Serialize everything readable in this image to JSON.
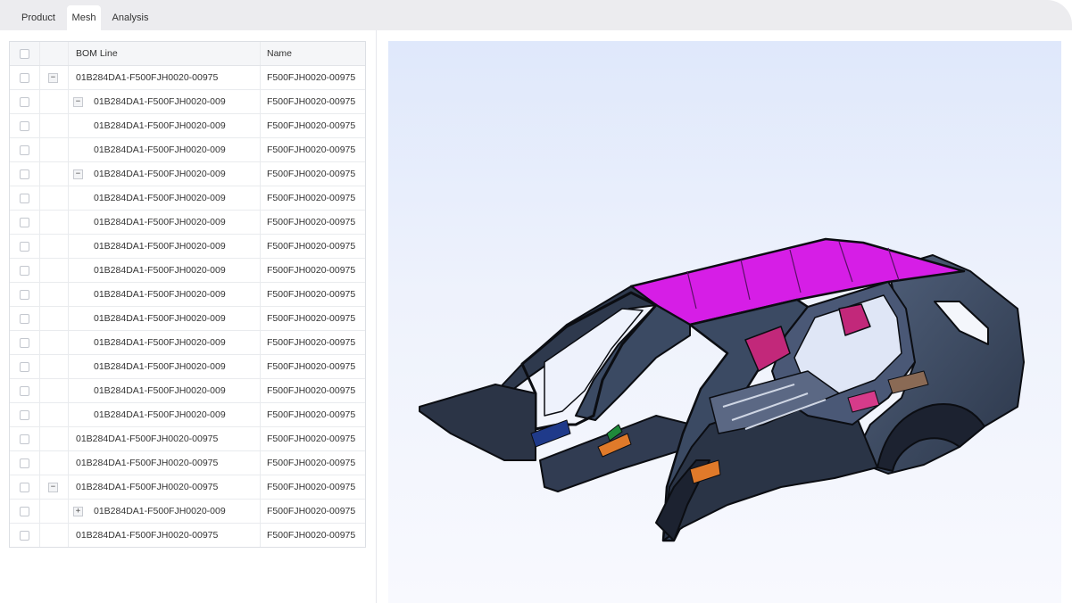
{
  "tabs": [
    {
      "label": "Product",
      "active": false
    },
    {
      "label": "Mesh",
      "active": true
    },
    {
      "label": "Analysis",
      "active": false
    }
  ],
  "grid": {
    "columns": {
      "bom": "BOM Line",
      "name": "Name"
    },
    "rows": [
      {
        "bom": "01B284DA1-F500FJH0020-00975",
        "name": "F500FJH0020-00975",
        "level": 0,
        "toggle": "collapse"
      },
      {
        "bom": "01B284DA1-F500FJH0020-009",
        "name": "F500FJH0020-00975",
        "level": 1,
        "toggle": "collapse"
      },
      {
        "bom": "01B284DA1-F500FJH0020-009",
        "name": "F500FJH0020-00975",
        "level": 2,
        "toggle": "none"
      },
      {
        "bom": "01B284DA1-F500FJH0020-009",
        "name": "F500FJH0020-00975",
        "level": 2,
        "toggle": "none"
      },
      {
        "bom": "01B284DA1-F500FJH0020-009",
        "name": "F500FJH0020-00975",
        "level": 1,
        "toggle": "collapse"
      },
      {
        "bom": "01B284DA1-F500FJH0020-009",
        "name": "F500FJH0020-00975",
        "level": 2,
        "toggle": "none"
      },
      {
        "bom": "01B284DA1-F500FJH0020-009",
        "name": "F500FJH0020-00975",
        "level": 2,
        "toggle": "none"
      },
      {
        "bom": "01B284DA1-F500FJH0020-009",
        "name": "F500FJH0020-00975",
        "level": 2,
        "toggle": "none"
      },
      {
        "bom": "01B284DA1-F500FJH0020-009",
        "name": "F500FJH0020-00975",
        "level": 2,
        "toggle": "none"
      },
      {
        "bom": "01B284DA1-F500FJH0020-009",
        "name": "F500FJH0020-00975",
        "level": 2,
        "toggle": "none"
      },
      {
        "bom": "01B284DA1-F500FJH0020-009",
        "name": "F500FJH0020-00975",
        "level": 2,
        "toggle": "none"
      },
      {
        "bom": "01B284DA1-F500FJH0020-009",
        "name": "F500FJH0020-00975",
        "level": 2,
        "toggle": "none"
      },
      {
        "bom": "01B284DA1-F500FJH0020-009",
        "name": "F500FJH0020-00975",
        "level": 2,
        "toggle": "none"
      },
      {
        "bom": "01B284DA1-F500FJH0020-009",
        "name": "F500FJH0020-00975",
        "level": 2,
        "toggle": "none"
      },
      {
        "bom": "01B284DA1-F500FJH0020-009",
        "name": "F500FJH0020-00975",
        "level": 2,
        "toggle": "none"
      },
      {
        "bom": "01B284DA1-F500FJH0020-00975",
        "name": "F500FJH0020-00975",
        "level": 0,
        "toggle": "none"
      },
      {
        "bom": "01B284DA1-F500FJH0020-00975",
        "name": "F500FJH0020-00975",
        "level": 0,
        "toggle": "none"
      },
      {
        "bom": "01B284DA1-F500FJH0020-00975",
        "name": "F500FJH0020-00975",
        "level": 0,
        "toggle": "collapse"
      },
      {
        "bom": "01B284DA1-F500FJH0020-009",
        "name": "F500FJH0020-00975",
        "level": 1,
        "toggle": "expand"
      },
      {
        "bom": "01B284DA1-F500FJH0020-00975",
        "name": "F500FJH0020-00975",
        "level": 0,
        "toggle": "none"
      }
    ]
  },
  "viewer": {
    "model": "car-body-in-white-3d-model",
    "colors": {
      "roof": "#d61ee6",
      "body": "#3b4a63",
      "edges": "#0b0d12",
      "accent_orange": "#e07a2a",
      "accent_pink": "#d63b8a"
    }
  },
  "colors": {
    "tabbar_bg": "#ececef",
    "grid_border": "#dcdfe4",
    "viewer_top": "#dfe8fb",
    "viewer_bottom": "#f8f9fe"
  }
}
